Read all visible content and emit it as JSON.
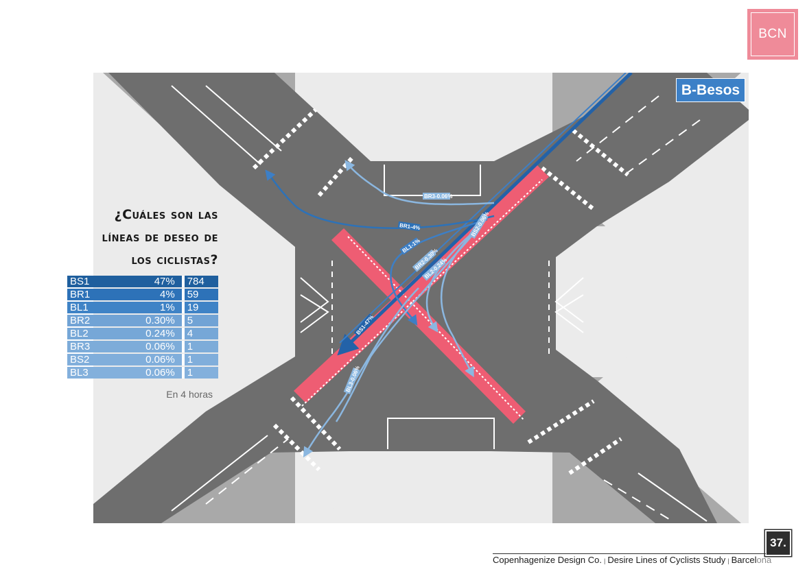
{
  "logo": {
    "text": "BCN"
  },
  "badge": {
    "label": "B-Besos"
  },
  "question": {
    "lines": [
      "¿Cuáles son las",
      "líneas de deseo de",
      "los ciclistas?"
    ]
  },
  "table": {
    "rows": [
      {
        "route": "BS1",
        "percent": "47%",
        "count": "784",
        "color": "#1f5f9e"
      },
      {
        "route": "BR1",
        "percent": "4%",
        "count": "59",
        "color": "#2d72b8"
      },
      {
        "route": "BL1",
        "percent": "1%",
        "count": "19",
        "color": "#3f83c6"
      },
      {
        "route": "BR2",
        "percent": "0.30%",
        "count": "5",
        "color": "#71a3d5"
      },
      {
        "route": "BL2",
        "percent": "0.24%",
        "count": "4",
        "color": "#76a7d7"
      },
      {
        "route": "BR3",
        "percent": "0.06%",
        "count": "1",
        "color": "#7dacd9"
      },
      {
        "route": "BS2",
        "percent": "0.06%",
        "count": "1",
        "color": "#80aedb"
      },
      {
        "route": "BL3",
        "percent": "0.06%",
        "count": "1",
        "color": "#83b0dc"
      }
    ],
    "note": "En 4 horas"
  },
  "map_labels": {
    "br3": "BR3-0.06%",
    "br1": "BR1-4%",
    "bl1": "BL1-1%",
    "br2": "BR2-0.30%",
    "bl2": "BL2-0.24%",
    "bs2": "BS2-0.06%",
    "bs1": "BS1-47%",
    "bl3": "BL3-0.06%"
  },
  "colors": {
    "road": "#6e6e6e",
    "sidewalk": "#a9a9a9",
    "ground": "#ebebeb",
    "crossing": "#ee5d73",
    "logo": "#ef8b99",
    "badge": "#3c80c7"
  },
  "page": {
    "number": "37."
  },
  "footer": {
    "company": "Copenhagenize Design Co.",
    "study": "Desire Lines of Cyclists Study",
    "city_a": "Barcel",
    "city_b": "ona"
  }
}
